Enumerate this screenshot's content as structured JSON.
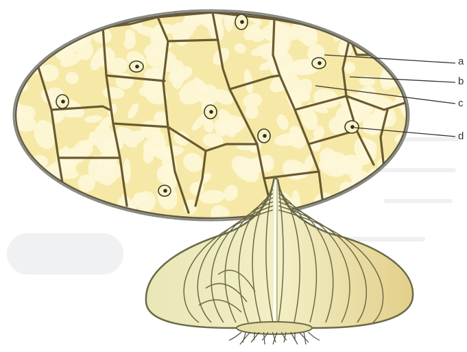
{
  "figure": {
    "callouts": [
      {
        "id": "a",
        "label": "a"
      },
      {
        "id": "b",
        "label": "b"
      },
      {
        "id": "c",
        "label": "c"
      },
      {
        "id": "d",
        "label": "d"
      }
    ]
  },
  "colors": {
    "background": "#ffffff",
    "cell_fill": "#f6e8a6",
    "vacuole": "#fdf7d8",
    "cell_wall": "#6a5a30",
    "nucleus": "#3a3a2a",
    "onion_skin": "#efe8b0",
    "onion_line": "#6b6a45",
    "callout_line": "#333333"
  }
}
